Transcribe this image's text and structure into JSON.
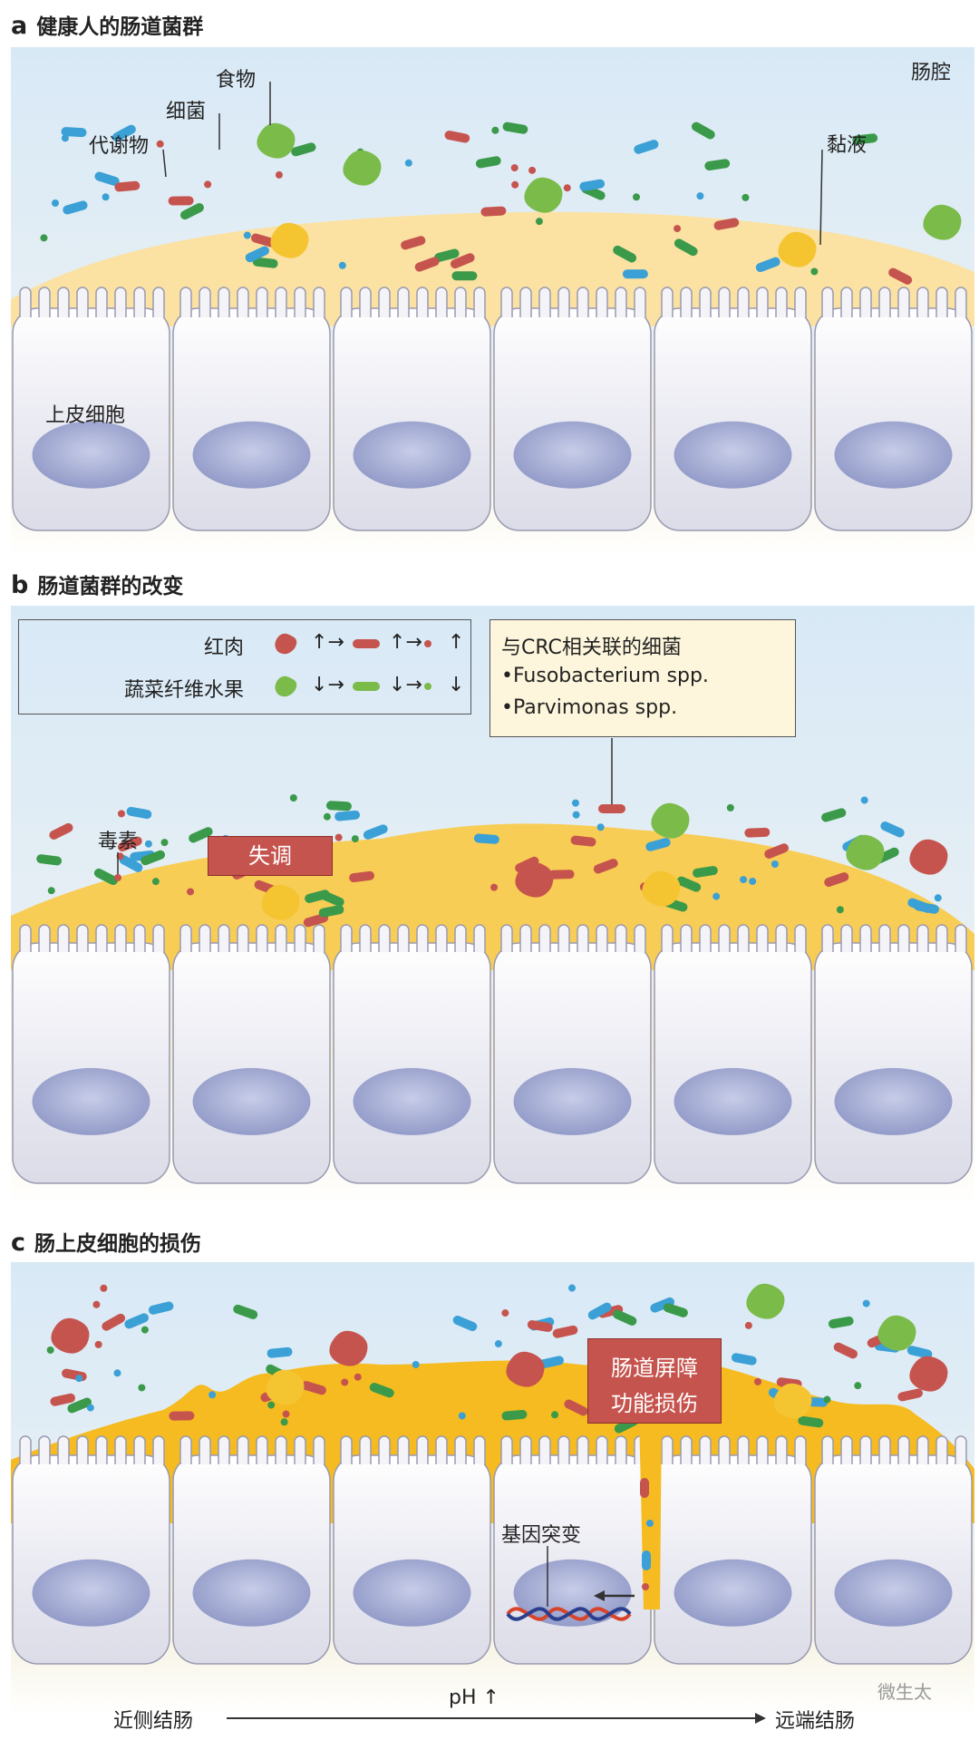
{
  "panels": {
    "a": {
      "letter": "a",
      "title": "健康人的肠道菌群"
    },
    "b": {
      "letter": "b",
      "title": "肠道菌群的改变"
    },
    "c": {
      "letter": "c",
      "title": "肠上皮细胞的损伤"
    }
  },
  "labels": {
    "lumen": "肠腔",
    "food": "食物",
    "bacteria": "细菌",
    "metabolite": "代谢物",
    "mucus": "黏液",
    "epithelial_cell": "上皮细胞",
    "toxin": "毒素",
    "dysbiosis": "失调",
    "barrier_damage_1": "肠道屏障",
    "barrier_damage_2": "功能损伤",
    "gene_mutation": "基因突变",
    "ph": "pH ↑",
    "proximal_colon": "近侧结肠",
    "distal_colon": "远端结肠"
  },
  "legend": {
    "row1_label": "红肉",
    "row1_arrows": [
      "↑→",
      "↑→",
      "↑"
    ],
    "row2_label": "蔬菜纤维水果",
    "row2_arrows": [
      "↓→",
      "↓→",
      "↓"
    ]
  },
  "crc_box": {
    "title": "与CRC相关联的细菌",
    "items": [
      "•Fusobacterium spp.",
      "•Parvimonas spp."
    ]
  },
  "watermark": "微生太",
  "colors": {
    "lumen_top": "#d6e8f5",
    "mucus_healthy": "#fbe3a0",
    "mucus_dense": "#f6c333",
    "cell_fill": "#e8e8f2",
    "nucleus": "#9aa3cf",
    "red_box": "#c6544e",
    "crc_box_bg": "#fdf6dc"
  }
}
